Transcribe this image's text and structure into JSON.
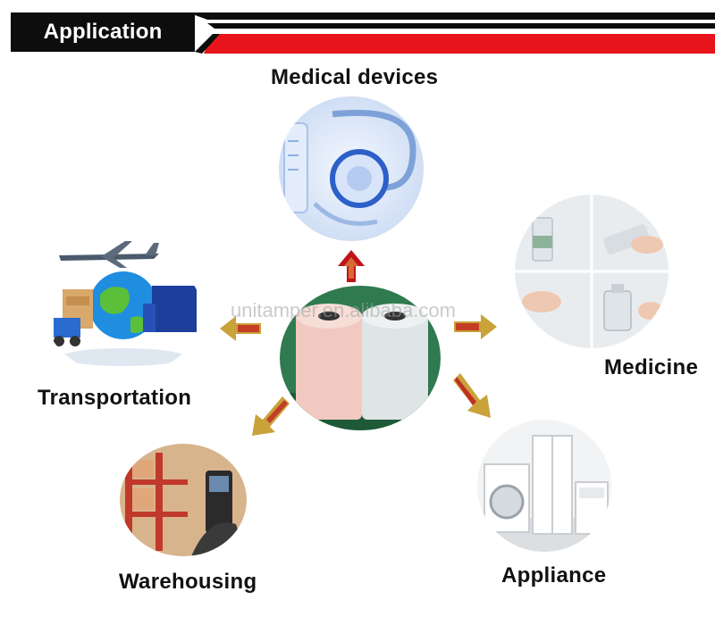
{
  "header": {
    "title": "Application"
  },
  "labels": {
    "medical": "Medical devices",
    "transportation": "Transportation",
    "medicine": "Medicine",
    "warehousing": "Warehousing",
    "appliance": "Appliance"
  },
  "watermark": "unitamper.en.alibaba.com",
  "colors": {
    "header_black": "#0d0d0d",
    "accent_red": "#e8141b",
    "arrow_red": "#c0141b",
    "arrow_gold": "#c9a23a"
  }
}
